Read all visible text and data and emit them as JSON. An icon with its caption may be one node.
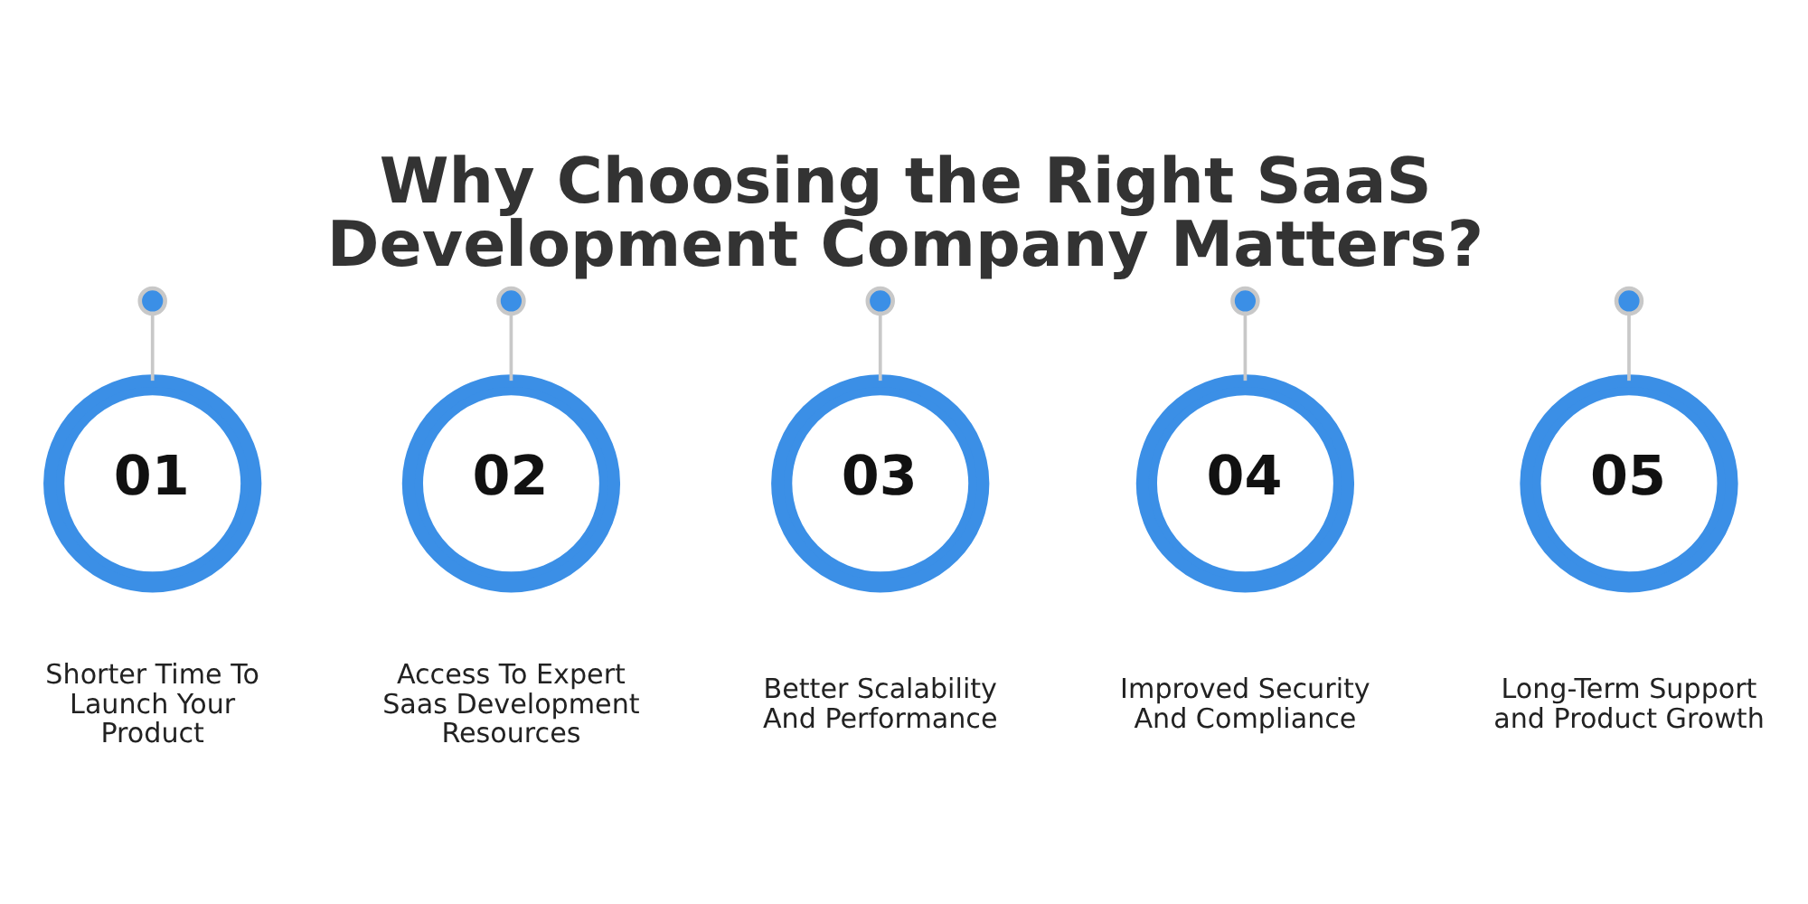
{
  "diagram": {
    "title": "Why Choosing the Right SaaS Development Company Matters?",
    "nodes": [
      {
        "text": [],
        "shape": "circle"
      },
      {
        "text": [],
        "shape": "circle"
      },
      {
        "text": [],
        "shape": "circle"
      },
      {
        "text": [],
        "shape": "circle"
      },
      {
        "text": [],
        "shape": "circle"
      },
      {
        "text": [
          "01"
        ],
        "beside": [
          "Shorter Time To Launch Your Product"
        ]
      },
      {
        "text": [
          "02"
        ],
        "beside": [
          "Access To Expert Saas Development Resources"
        ]
      },
      {
        "text": [
          "03"
        ],
        "beside": [
          "Better Scalability And Performance"
        ]
      },
      {
        "text": [
          "04"
        ],
        "beside": [
          "Improved Security And Compliance"
        ]
      },
      {
        "text": [
          "05"
        ],
        "beside": [
          "Long-Term Support and Product Growth"
        ]
      }
    ],
    "edges": [
      {
        "from": 0,
        "to": 5,
        "arrow": "none"
      },
      {
        "from": 1,
        "to": 6,
        "arrow": "none"
      },
      {
        "from": 2,
        "to": 7,
        "arrow": "none"
      },
      {
        "from": 3,
        "to": 8,
        "arrow": "none"
      },
      {
        "from": 4,
        "to": 9,
        "arrow": "none"
      }
    ]
  }
}
